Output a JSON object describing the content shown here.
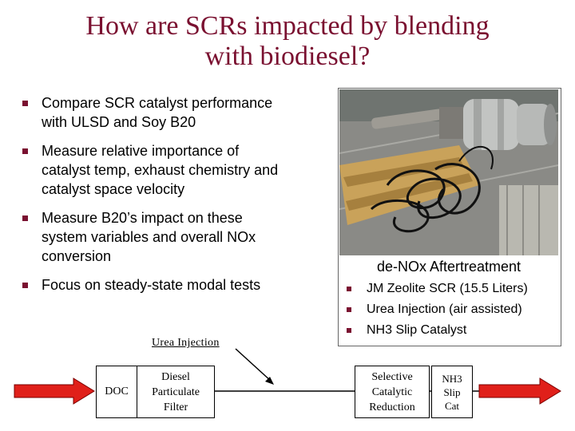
{
  "title_line1": "How are SCRs impacted by blending",
  "title_line2": "with biodiesel?",
  "bullets": [
    {
      "lines": [
        "Compare SCR catalyst performance",
        "with ULSD and Soy B20"
      ]
    },
    {
      "lines": [
        "Measure relative importance of",
        "catalyst temp, exhaust chemistry and",
        "catalyst space velocity"
      ]
    },
    {
      "lines": [
        "Measure B20’s impact on these",
        "system variables and overall NOx",
        "conversion"
      ]
    },
    {
      "lines": [
        "Focus on steady-state modal tests"
      ]
    }
  ],
  "aftertreatment": {
    "heading": "de-NOx Aftertreatment",
    "items": [
      "JM Zeolite SCR (15.5 Liters)",
      "Urea Injection (air assisted)",
      "NH3 Slip Catalyst"
    ]
  },
  "diagram": {
    "urea_label": "Urea Injection",
    "doc": "DOC",
    "dpf": [
      "Diesel",
      "Particulate",
      "Filter"
    ],
    "scr": [
      "Selective",
      "Catalytic",
      "Reduction"
    ],
    "nh3": [
      "NH3",
      "Slip",
      "Cat"
    ]
  },
  "colors": {
    "title": "#7a1030",
    "arrow": "#e0201a",
    "bullet": "#7a1030"
  }
}
